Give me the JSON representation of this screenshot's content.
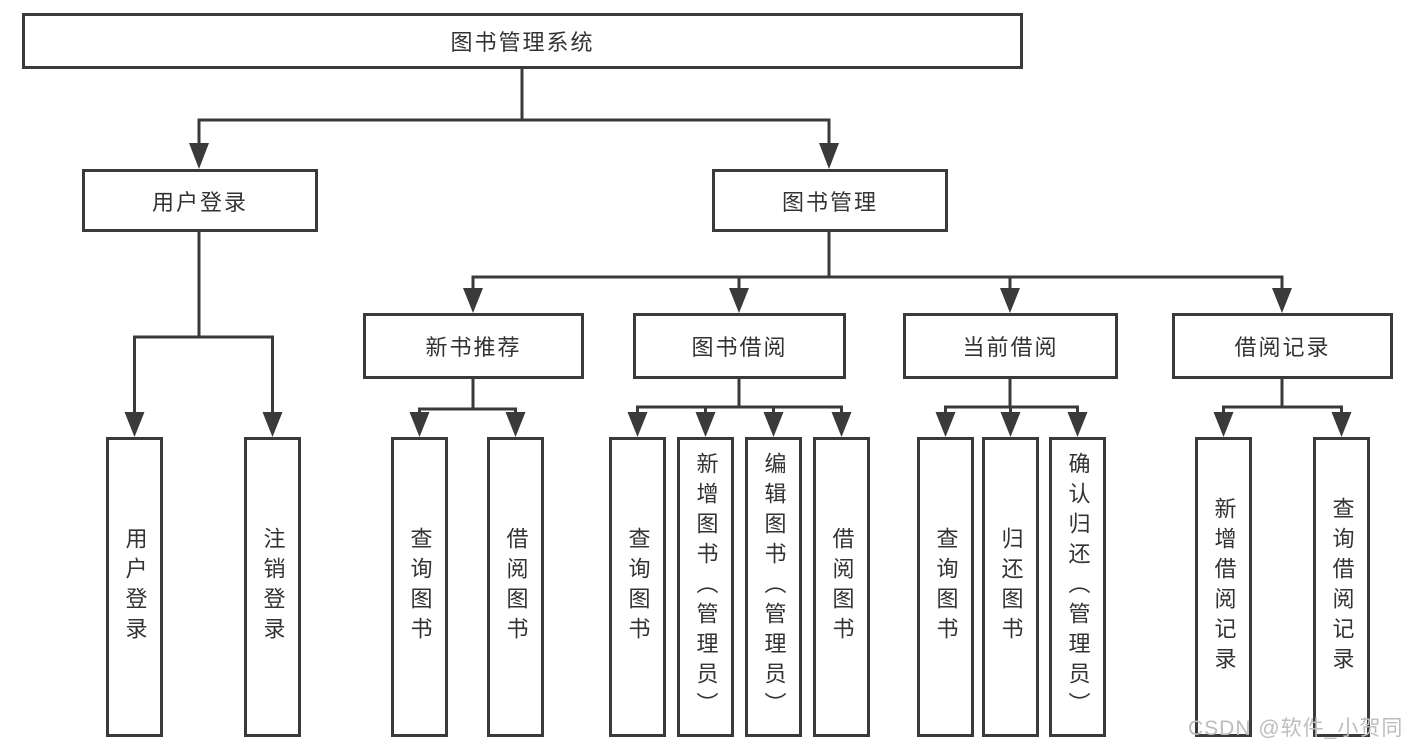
{
  "watermark": "CSDN @软件_小贺同学",
  "diagram": {
    "root": {
      "label": "图书管理系统"
    },
    "login": {
      "label": "用户登录",
      "children": [
        {
          "label": "用户登录"
        },
        {
          "label": "注销登录"
        }
      ]
    },
    "management": {
      "label": "图书管理",
      "children": [
        {
          "label": "新书推荐",
          "children": [
            {
              "label": "查询图书"
            },
            {
              "label": "借阅图书"
            }
          ]
        },
        {
          "label": "图书借阅",
          "children": [
            {
              "label": "查询图书"
            },
            {
              "label": "新增图书（管理员）"
            },
            {
              "label": "编辑图书（管理员）"
            },
            {
              "label": "借阅图书"
            }
          ]
        },
        {
          "label": "当前借阅",
          "children": [
            {
              "label": "查询图书"
            },
            {
              "label": "归还图书"
            },
            {
              "label": "确认归还（管理员）"
            }
          ]
        },
        {
          "label": "借阅记录",
          "children": [
            {
              "label": "新增借阅记录"
            },
            {
              "label": "查询借阅记录"
            }
          ]
        }
      ]
    }
  }
}
